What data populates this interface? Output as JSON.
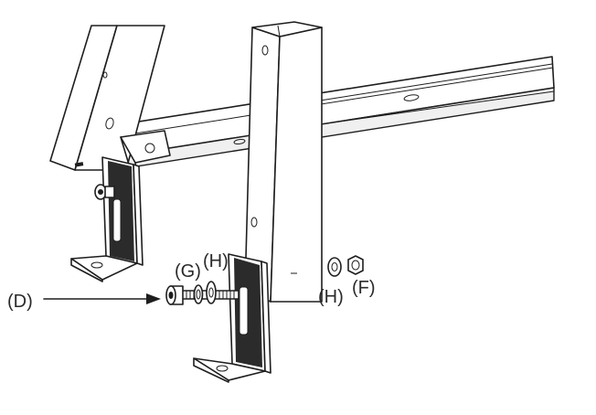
{
  "labels": {
    "bolt": "(D)",
    "spring_washer": "(G)",
    "flat_washer_top": "(H)",
    "flat_washer_right": "(H)",
    "nut": "(F)"
  },
  "colors": {
    "line": "#1e1e1e",
    "label": "#2a2a2a",
    "background": "#ffffff"
  }
}
